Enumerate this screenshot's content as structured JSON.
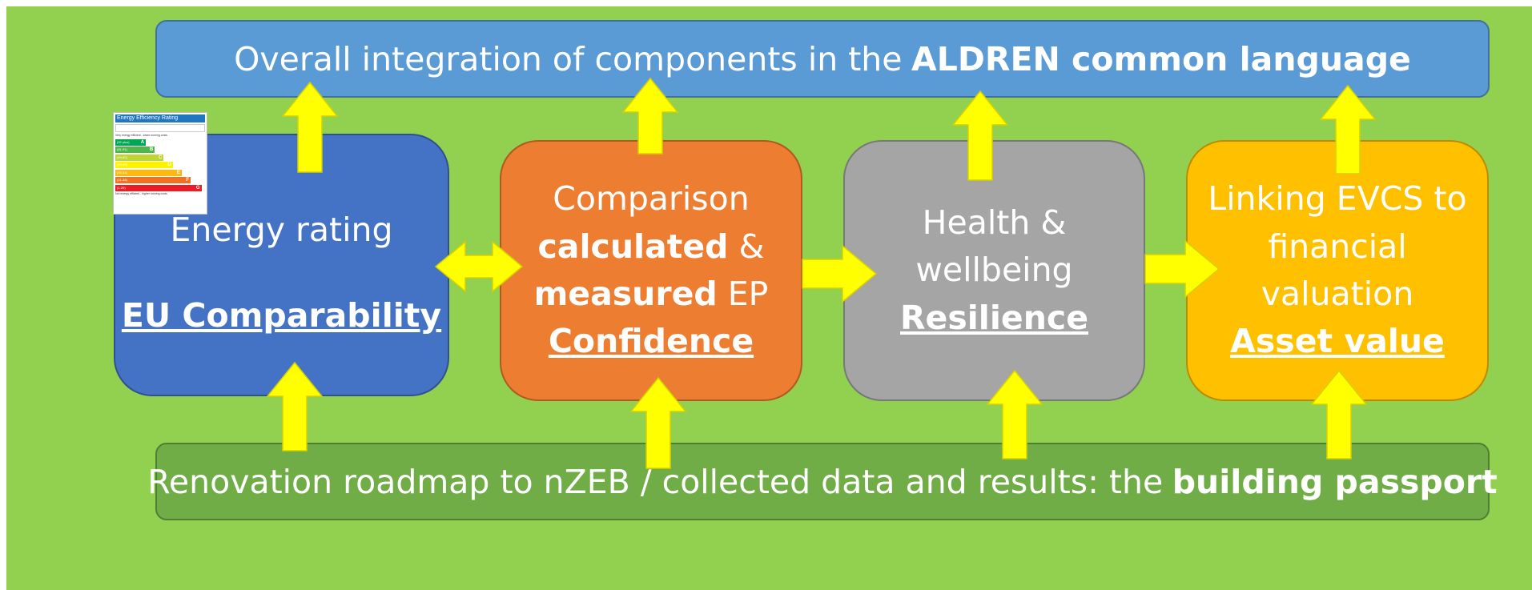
{
  "top_band": {
    "text": "Overall integration of components in the",
    "bold": "ALDREN common language"
  },
  "bottom_band": {
    "text": "Renovation roadmap to nZEB / collected data and results: the",
    "bold": "building passport"
  },
  "boxes": {
    "energy": {
      "line1": "Energy rating",
      "underline": "EU Comparability"
    },
    "comparison": {
      "line1": "Comparison",
      "bold1": "calculated",
      "amp": "&",
      "bold2": "measured",
      "ep": "EP",
      "underline": "Confidence"
    },
    "health": {
      "line1": "Health &",
      "line2": "wellbeing",
      "underline": "Resilience"
    },
    "asset": {
      "line1": "Linking EVCS to",
      "line2": "financial",
      "line3": "valuation",
      "underline": "Asset value"
    }
  },
  "energy_label": {
    "title": "Energy Efficiency Rating",
    "top_note": "Very energy efficient - lower running costs",
    "bottom_note": "Not energy efficient - higher running costs",
    "bands": [
      {
        "range": "(92 plus)",
        "grade": "A",
        "color": "#00a651"
      },
      {
        "range": "(81-91)",
        "grade": "B",
        "color": "#4db848"
      },
      {
        "range": "(69-80)",
        "grade": "C",
        "color": "#bed630"
      },
      {
        "range": "(55-68)",
        "grade": "D",
        "color": "#fff200"
      },
      {
        "range": "(39-54)",
        "grade": "E",
        "color": "#fdb913"
      },
      {
        "range": "(21-38)",
        "grade": "F",
        "color": "#f37021"
      },
      {
        "range": "(1-20)",
        "grade": "G",
        "color": "#ed1c24"
      }
    ]
  },
  "colors": {
    "background": "#92d050",
    "top_band": "#5b9bd5",
    "bottom_band": "#70ad47",
    "energy_box": "#4472c4",
    "comparison_box": "#ed7d31",
    "health_box": "#a5a5a5",
    "asset_box": "#ffc000",
    "arrows": "#ffff00"
  }
}
